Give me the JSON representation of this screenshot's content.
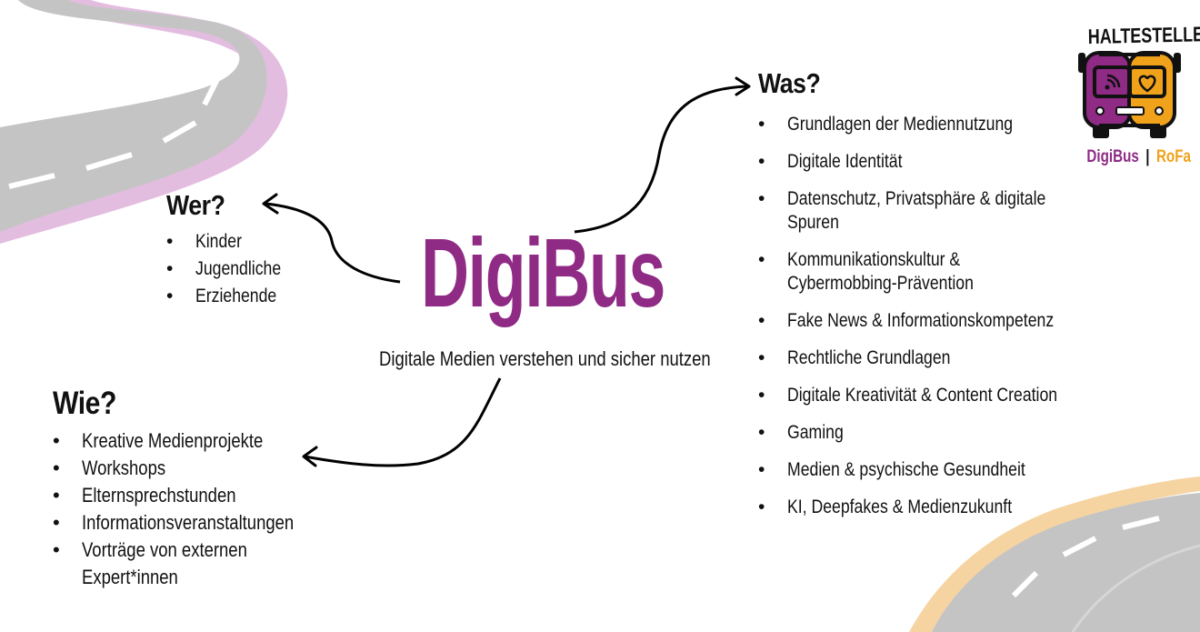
{
  "title": "DigiBus",
  "subtitle": "Digitale Medien verstehen und sicher nutzen",
  "colors": {
    "brand": "#8f2a85",
    "accent": "#f0a21a",
    "road": "#c6c6c6",
    "road_edge_pink": "#e0b7da",
    "road_edge_orange": "#f6d6a6"
  },
  "wer": {
    "heading": "Wer?",
    "items": [
      "Kinder",
      "Jugendliche",
      "Erziehende"
    ]
  },
  "wie": {
    "heading": "Wie?",
    "items": [
      "Kreative Medienprojekte",
      "Workshops",
      "Elternsprechstunden",
      "Informationsveranstaltungen",
      "Vorträge von externen Expert*innen"
    ]
  },
  "was": {
    "heading": "Was?",
    "items": [
      "Grundlagen der Mediennutzung",
      "Digitale Identität",
      "Datenschutz, Privatsphäre & digitale Spuren",
      "Kommunikationskultur & Cybermobbing-Prävention",
      "Fake News & Informationskompetenz",
      "Rechtliche Grundlagen",
      "Digitale Kreativität & Content Creation",
      "Gaming",
      "Medien & psychische Gesundheit",
      "KI, Deepfakes & Medienzukunft"
    ]
  },
  "logo": {
    "title": "HALTESTELLE",
    "left": "DigiBus",
    "separator": "|",
    "right": "RoFa",
    "icons": [
      "wifi-icon",
      "heart-icon"
    ]
  }
}
